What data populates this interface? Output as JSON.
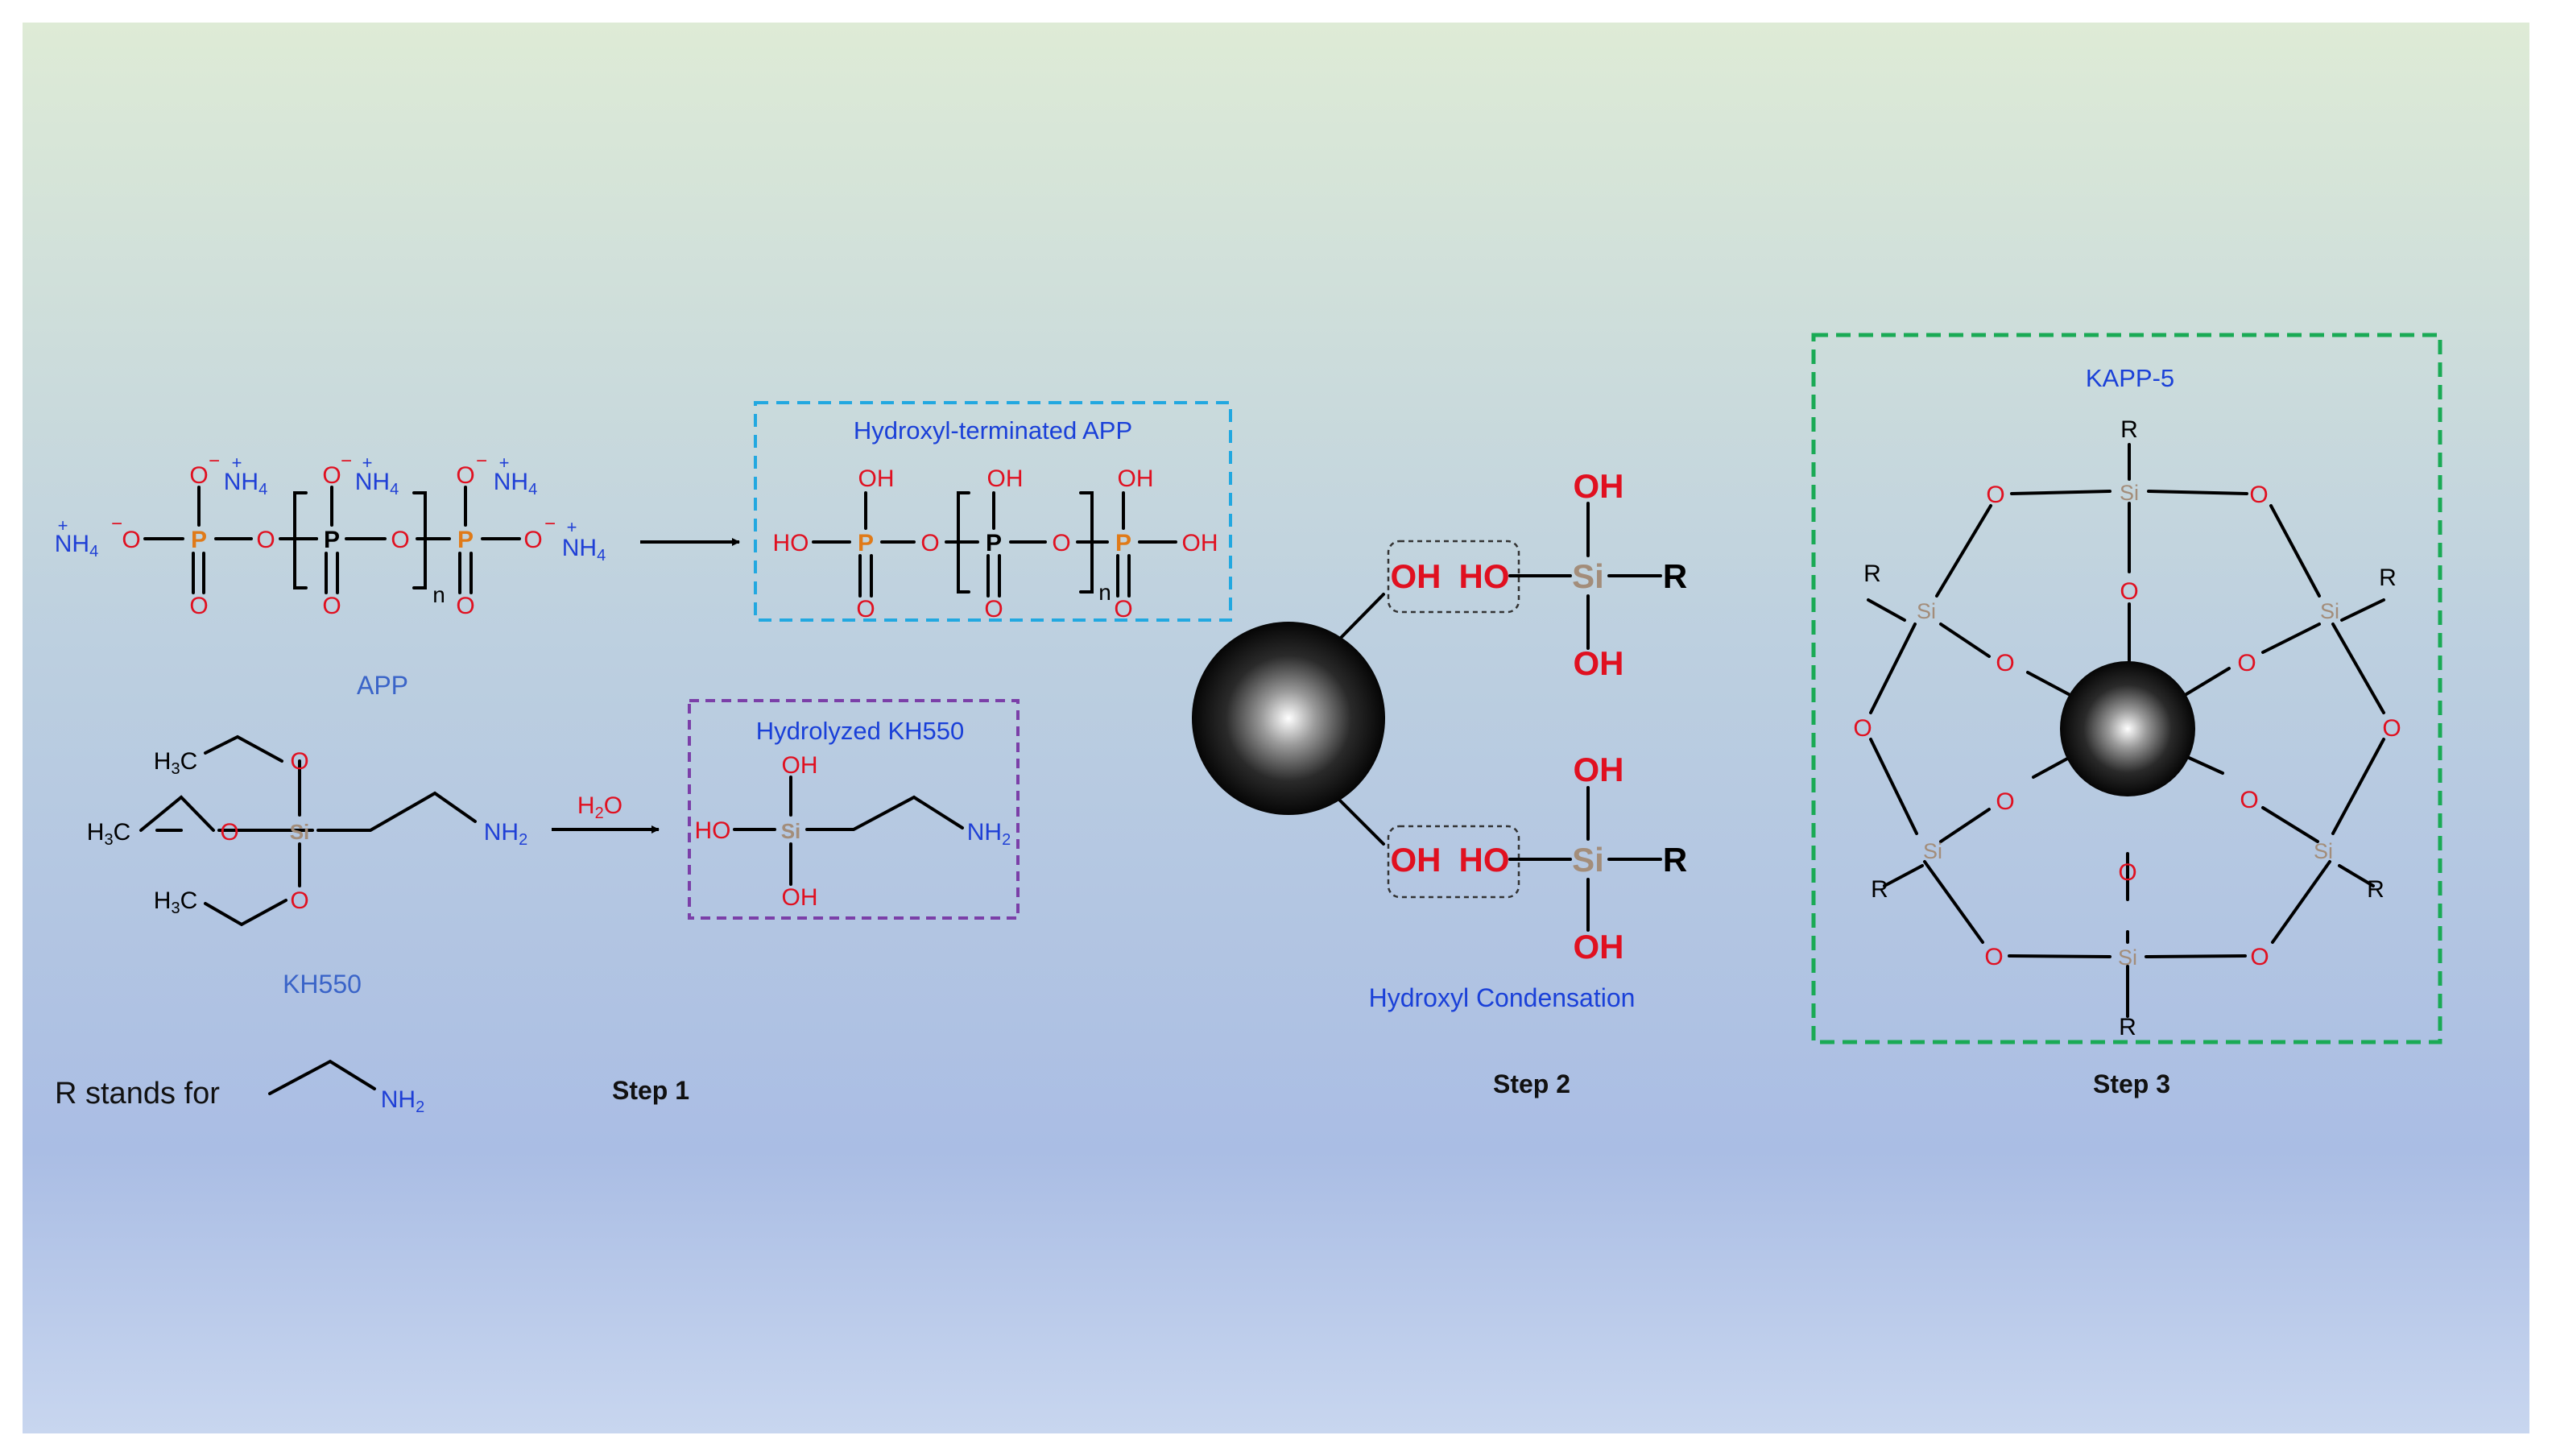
{
  "colors": {
    "bg_top": "#deebd6",
    "bg_mid": "#aabde4",
    "bg_bottom": "#c8d6ef",
    "oxygen": "#e01020",
    "phosphorus": "#e07a18",
    "silicon": "#a38d7a",
    "nitrogen": "#1f3fd6",
    "caption_blue": "#1a40d8",
    "label_blue": "#3a64c8",
    "box_app": "#22a8e0",
    "box_kh550": "#7b3fa8",
    "box_kapp": "#1aaa55",
    "bond": "#000000"
  },
  "atoms": {
    "O": "O",
    "P": "P",
    "Si": "Si",
    "R": "R",
    "n": "n",
    "OH": "OH",
    "HO": "HO",
    "NH4": "NH",
    "NH2": "NH",
    "H3C": "H",
    "sub_4": "4",
    "sub_2": "2",
    "sub_3": "3",
    "C": "C",
    "plus": "+",
    "minus": "−",
    "H2O_H": "H",
    "H2O_O": "O"
  },
  "labels": {
    "app": "APP",
    "kh550": "KH550",
    "hydroxyl_terminated_app": "Hydroxyl-terminated APP",
    "hydrolyzed_kh550": "Hydrolyzed KH550",
    "hydroxyl_condensation": "Hydroxyl Condensation",
    "kapp5": "KAPP-5",
    "r_stands_for": "R stands for",
    "step1": "Step 1",
    "step2": "Step 2",
    "step3": "Step 3"
  },
  "icons": {
    "reaction_arrow": "right-arrow-icon",
    "particle": "sphere-particle"
  }
}
